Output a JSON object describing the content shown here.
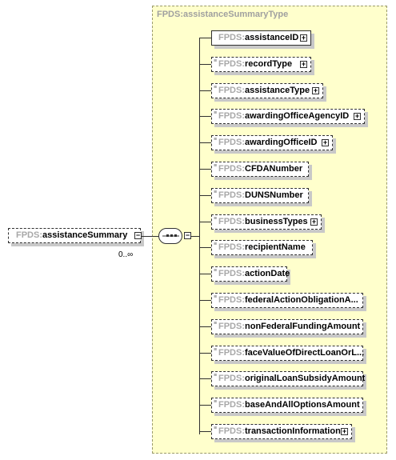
{
  "diagram": {
    "type_title": "FPDS:assistanceSummaryType",
    "root": {
      "ns": "FPDS:",
      "name": "assistanceSummary",
      "multiplicity": "0..∞"
    },
    "children": [
      {
        "ns": "FPDS:",
        "name": "assistanceID",
        "optional": false,
        "expandable": true
      },
      {
        "ns": "FPDS:",
        "name": "recordType",
        "optional": true,
        "expandable": true
      },
      {
        "ns": "FPDS:",
        "name": "assistanceType",
        "optional": true,
        "expandable": true
      },
      {
        "ns": "FPDS:",
        "name": "awardingOfficeAgencyID",
        "optional": true,
        "expandable": true
      },
      {
        "ns": "FPDS:",
        "name": "awardingOfficeID",
        "optional": true,
        "expandable": true
      },
      {
        "ns": "FPDS:",
        "name": "CFDANumber",
        "optional": true,
        "expandable": false
      },
      {
        "ns": "FPDS:",
        "name": "DUNSNumber",
        "optional": true,
        "expandable": false
      },
      {
        "ns": "FPDS:",
        "name": "businessTypes",
        "optional": true,
        "expandable": true
      },
      {
        "ns": "FPDS:",
        "name": "recipientName",
        "optional": true,
        "expandable": false
      },
      {
        "ns": "FPDS:",
        "name": "actionDate",
        "optional": true,
        "expandable": false
      },
      {
        "ns": "FPDS:",
        "name": "federalActionObligationA...",
        "optional": true,
        "expandable": false
      },
      {
        "ns": "FPDS:",
        "name": "nonFederalFundingAmount",
        "optional": true,
        "expandable": false
      },
      {
        "ns": "FPDS:",
        "name": "faceValueOfDirectLoanOrL...",
        "optional": true,
        "expandable": false
      },
      {
        "ns": "FPDS:",
        "name": "originalLoanSubsidyAmount",
        "optional": true,
        "expandable": false
      },
      {
        "ns": "FPDS:",
        "name": "baseAndAllOptionsAmount",
        "optional": true,
        "expandable": false
      },
      {
        "ns": "FPDS:",
        "name": "transactionInformation",
        "optional": true,
        "expandable": true
      }
    ]
  }
}
